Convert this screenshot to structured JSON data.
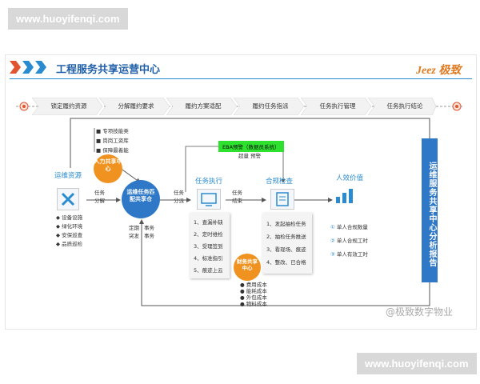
{
  "watermark_top": "www.huoyifenqi.com",
  "watermark_bottom": "www.huoyifenqi.com",
  "title": "工程服务共享运营中心",
  "brand": "Jeez 极致",
  "stages": [
    "锁定履约资源",
    "分解履约要求",
    "履约方案适配",
    "履约任务指派",
    "任务执行管理",
    "任务执行结论"
  ],
  "hr_circle": "人力共享中心",
  "hr_items": [
    "专项技能类",
    "岗岗工资库",
    "保障最着能"
  ],
  "ops_resource": {
    "title": "运维资源",
    "items": [
      "设备设施",
      "绿化环境",
      "安保巡查",
      "品质巡检"
    ]
  },
  "task_label_1": "任务分解",
  "hub": "运维任务匹配共享仓",
  "task_label_2": "任务分派",
  "regular_label": "定期 突发",
  "event_label": "事务 事务",
  "ebs": "EBA预警（数据员系统）",
  "alarm": "超量 预警",
  "task_exec": {
    "title": "任务执行",
    "items": [
      "1、查漏补缺",
      "2、定时维检",
      "3、受理签到",
      "4、标准指引",
      "5、痕迹上云"
    ]
  },
  "task_end": "任务结束",
  "contract_check": {
    "title": "合规检查",
    "items": [
      "1、发起抽检任务",
      "2、抽检任务推送",
      "3、看现场、痕迹",
      "4、整改、已合格"
    ]
  },
  "efficiency": {
    "title": "人效价值",
    "items": [
      "单人合规数量",
      "单人合规工时",
      "单人有效工时"
    ]
  },
  "finance_circle": "财务共享中心",
  "finance_items": [
    "费用成本",
    "能耗成本",
    "外包成本",
    "物料成本"
  ],
  "side_bar": "运维服务共享中心分析报告",
  "footer": "@极致数字物业"
}
